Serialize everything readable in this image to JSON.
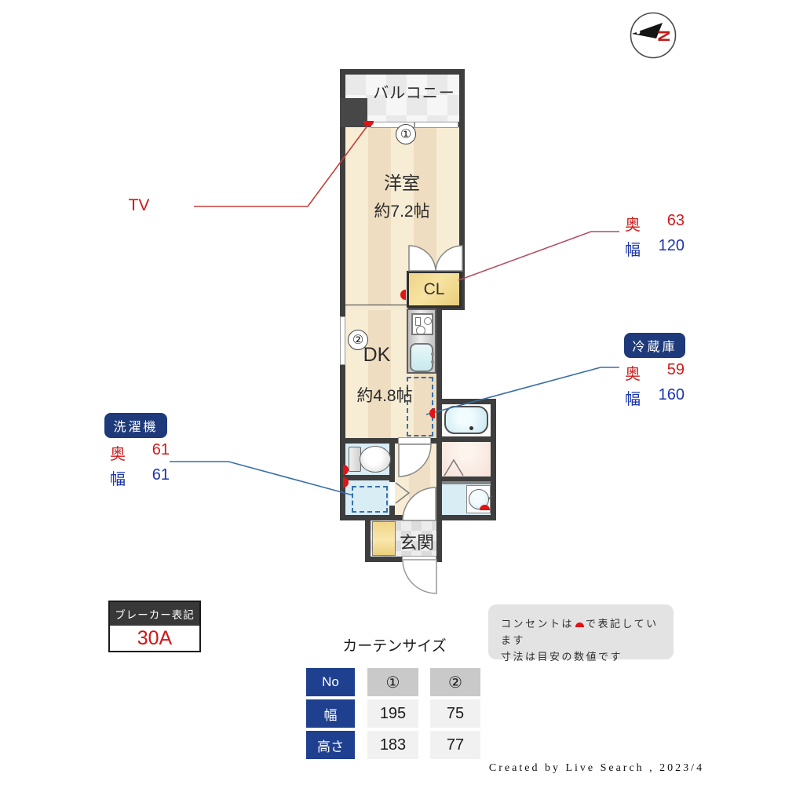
{
  "compass": {
    "north_label": "N"
  },
  "plan": {
    "balcony_label": "バルコニー",
    "western_room": {
      "name": "洋室",
      "size": "約7.2帖",
      "curtain_marker": "①"
    },
    "closet_label": "CL",
    "dining_kitchen": {
      "name": "DK",
      "size": "約4.8帖",
      "curtain_marker": "②"
    },
    "entrance_label": "玄関"
  },
  "annotations": {
    "tv_label": "TV",
    "closet_dims": {
      "depth_label": "奥",
      "depth_value": "63",
      "width_label": "幅",
      "width_value": "120"
    },
    "fridge": {
      "title": "冷蔵庫",
      "depth_label": "奥",
      "depth_value": "59",
      "width_label": "幅",
      "width_value": "160"
    },
    "washer": {
      "title": "洗濯機",
      "depth_label": "奥",
      "depth_value": "61",
      "width_label": "幅",
      "width_value": "61"
    },
    "breaker": {
      "title": "ブレーカー表記",
      "value": "30A"
    }
  },
  "curtain_table": {
    "title": "カーテンサイズ",
    "no_header": "No",
    "width_header": "幅",
    "height_header": "高さ",
    "columns": [
      {
        "no": "①",
        "width": "195",
        "height": "183"
      },
      {
        "no": "②",
        "width": "75",
        "height": "77"
      }
    ]
  },
  "notes": {
    "outlet_note_prefix": "コンセントは",
    "outlet_note_suffix": "で表記しています",
    "dimension_note": "寸法は目安の数値です"
  },
  "credit": "Created by Live Search , 2023/4",
  "colors": {
    "outlet_red": "#e01414",
    "accent_navy": "#1e3a7a",
    "table_header_blue": "#1f3f8f",
    "dim_red": "#cf1b1b",
    "dim_blue": "#1c34ad",
    "wall": "#3e3e3e"
  }
}
